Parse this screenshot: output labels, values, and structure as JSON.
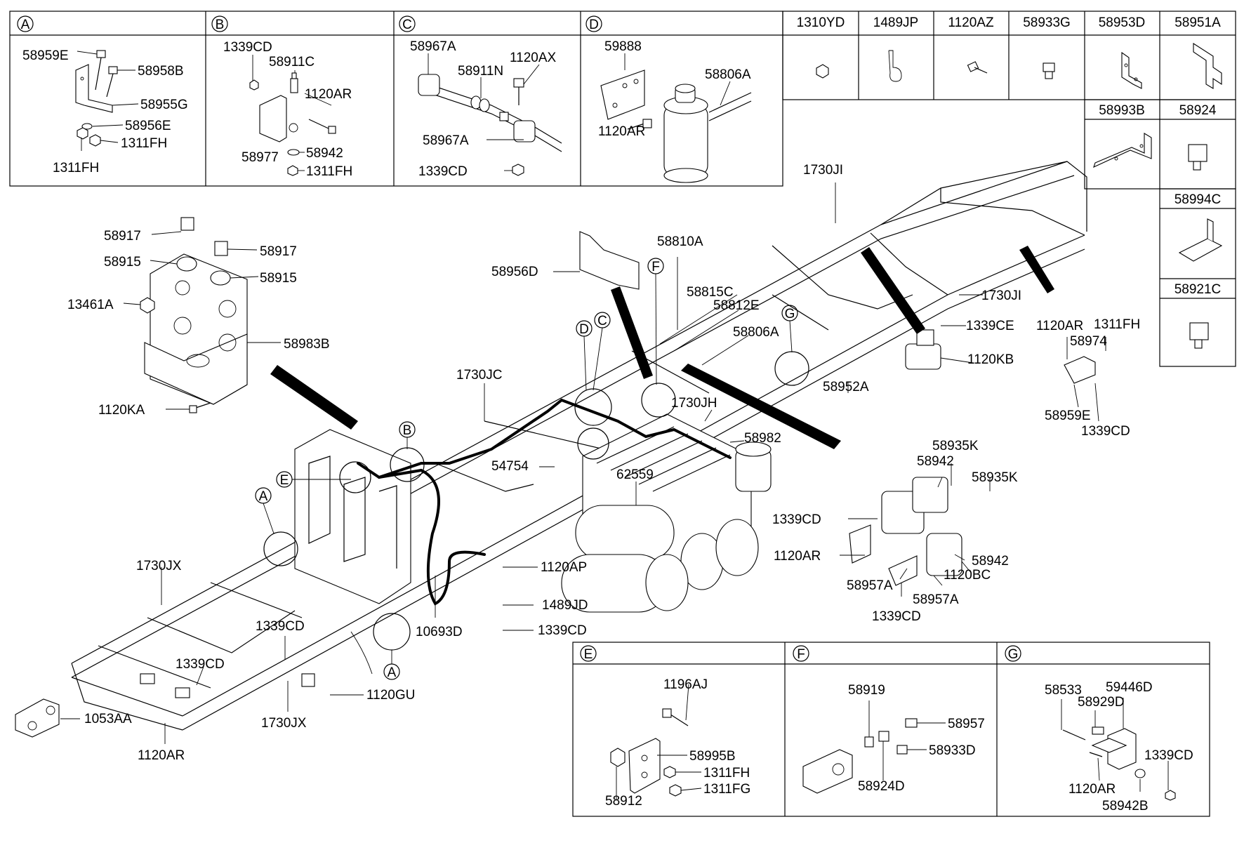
{
  "callouts": {
    "A": "A",
    "B": "B",
    "C": "C",
    "D": "D",
    "E": "E",
    "F": "F",
    "G": "G"
  },
  "top_grid": {
    "row1": [
      "1310YD",
      "1489JP",
      "1120AZ",
      "58933G",
      "58953D",
      "58951A"
    ],
    "row2": [
      "58993B",
      "58924"
    ],
    "col": [
      "58994C",
      "58921C"
    ]
  },
  "box_a": [
    "58959E",
    "58958B",
    "58955G",
    "58956E",
    "1311FH",
    "1311FH"
  ],
  "box_b": [
    "1339CD",
    "58911C",
    "1120AR",
    "58977",
    "58942",
    "1311FH"
  ],
  "box_c": [
    "58967A",
    "58911N",
    "1120AX",
    "58967A",
    "1339CD"
  ],
  "box_d": [
    "59888",
    "58806A",
    "1120AR"
  ],
  "box_e": [
    "1196AJ",
    "58995B",
    "1311FH",
    "1311FG",
    "58912"
  ],
  "box_f": [
    "58919",
    "58957",
    "58933D",
    "58924D"
  ],
  "box_g": [
    "58533",
    "59446D",
    "58929D",
    "1339CD",
    "1120AR",
    "58942B"
  ],
  "main": {
    "bracket_group": [
      "58917",
      "58917",
      "58915",
      "58915",
      "13461A",
      "58983B",
      "1120KA"
    ],
    "frame": [
      "58956D",
      "58810A",
      "58815C",
      "58812E",
      "58806A",
      "1730JI",
      "1730JI",
      "1339CE",
      "1120KB",
      "58952A",
      "1730JC",
      "1730JH",
      "58982",
      "54754",
      "62559",
      "1730JX",
      "1120AP",
      "1489JD",
      "1339CD",
      "10693D",
      "1339CD",
      "1339CD",
      "1120GU",
      "1730JX",
      "1053AA",
      "1120AR"
    ],
    "right_bracket": [
      "1120AR",
      "1311FH",
      "58974",
      "58959E",
      "1339CD"
    ],
    "valve_group": [
      "58935K",
      "58942",
      "58935K",
      "1339CD",
      "1120AR",
      "58942",
      "58957A",
      "1120BC",
      "58957A",
      "1339CD"
    ]
  }
}
